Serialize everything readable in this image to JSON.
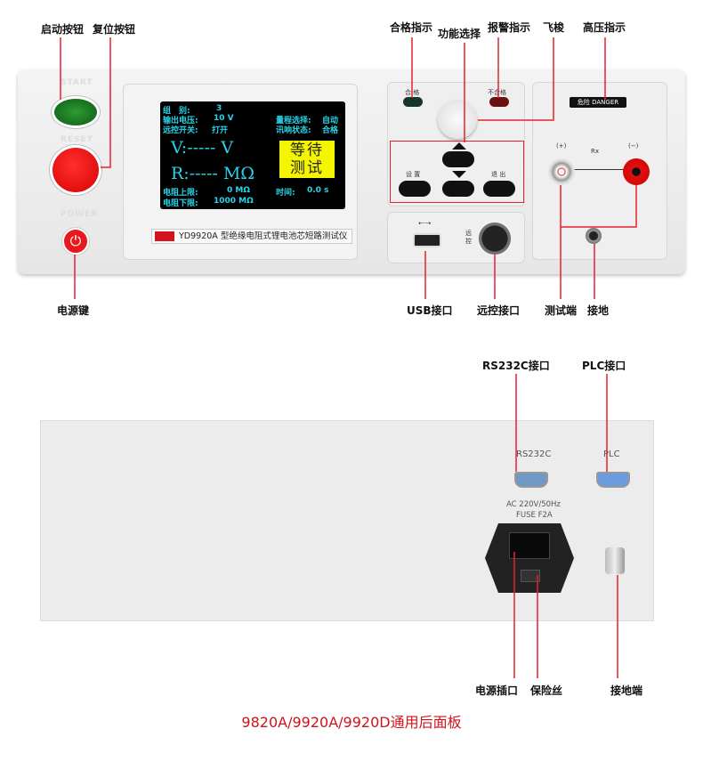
{
  "front_labels": {
    "start_button": "启动按钮",
    "reset_button": "复位按钮",
    "power_key": "电源键",
    "pass_indicator": "合格指示",
    "function_select": "功能选择",
    "alarm_indicator": "报警指示",
    "shuttle": "飞梭",
    "hv_indicator": "高压指示",
    "usb_port": "USB接口",
    "remote_port": "远控接口",
    "test_terminal": "测试端",
    "ground": "接地"
  },
  "panel_text": {
    "start": "START",
    "reset": "RESET",
    "power": "POWER",
    "pass": "合 格",
    "fail": "不合格",
    "danger": "危险 DANGER",
    "plus": "(+)",
    "minus": "(−)",
    "rx": "Rx",
    "set": "设 置",
    "exit": "退 出",
    "remote": "远\n控",
    "model": "YD9920A 型绝缘电阻式锂电池芯短路测试仪"
  },
  "lcd": {
    "group_label": "组　别:",
    "group_value": "3",
    "voltage_label": "输出电压:",
    "voltage_value": "10 V",
    "remote_label": "远控开关:",
    "remote_value": "打开",
    "range_label": "量程选择:",
    "range_value": "自动",
    "beep_label": "讯响状态:",
    "beep_value": "合格",
    "v_line": "V:----- V",
    "r_line": "R:----- MΩ",
    "status": "等待测试",
    "upper_label": "电阻上限:",
    "upper_value": "0 MΩ",
    "lower_label": "电阻下限:",
    "lower_value": "1000 MΩ",
    "time_label": "时间:",
    "time_value": "0.0 s"
  },
  "rear_labels": {
    "rs232_port": "RS232C接口",
    "plc_port": "PLC接口",
    "power_socket": "电源插口",
    "fuse": "保险丝",
    "ground_terminal": "接地端"
  },
  "rear_text": {
    "rs232": "RS232C",
    "plc": "PLC",
    "ac": "AC 220V/50Hz",
    "fuse": "FUSE F2A"
  },
  "caption": "9820A/9920A/9920D通用后面板",
  "colors": {
    "annotation": "#e8202a",
    "caption": "#d0121b",
    "lcd_text": "#27d4ea",
    "lcd_status_bg": "#f5f500"
  }
}
